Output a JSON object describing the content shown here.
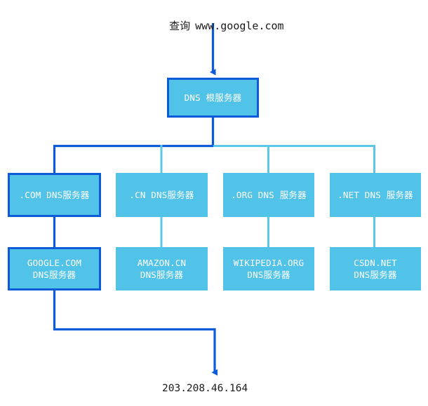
{
  "diagram": {
    "type": "tree",
    "title_query": "查询 www.google.com",
    "query_label_cjk": "查询",
    "query_label_domain": "www.google.com",
    "result_ip": "203.208.46.164",
    "colors": {
      "node_fill": "#52c3e8",
      "highlight_stroke": "#0d5bd8",
      "normal_stroke": "#5bc8e8",
      "node_text": "#ffffff",
      "caption_text": "#1a1a1a",
      "background": "#ffffff"
    },
    "root": {
      "label": "DNS 根服务器",
      "highlighted": true
    },
    "tld_nodes": [
      {
        "label": ".COM DNS服务器",
        "highlighted": true
      },
      {
        "label": ".CN DNS服务器",
        "highlighted": false
      },
      {
        "label": ".ORG DNS 服务器",
        "highlighted": false
      },
      {
        "label": ".NET DNS 服务器",
        "highlighted": false
      }
    ],
    "authoritative_nodes": [
      {
        "label": "GOOGLE.COM\nDNS服务器",
        "highlighted": true
      },
      {
        "label": "AMAZON.CN\nDNS服务器",
        "highlighted": false
      },
      {
        "label": "WIKIPEDIA.ORG\nDNS服务器",
        "highlighted": false
      },
      {
        "label": "CSDN.NET\nDNS服务器",
        "highlighted": false
      }
    ]
  }
}
